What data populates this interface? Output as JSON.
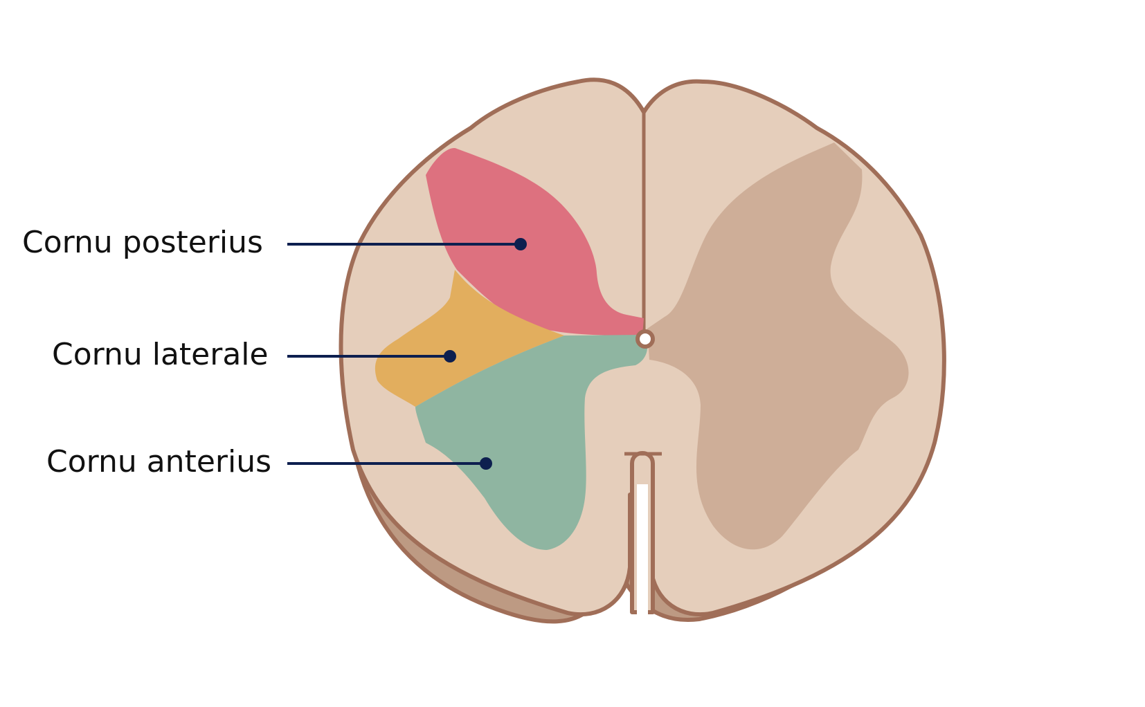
{
  "labels": {
    "posterior_horn": "Cornu posterius",
    "lateral_horn": "Cornu laterale",
    "anterior_horn": "Cornu anterius"
  },
  "colors": {
    "outline": "#a06e58",
    "white_matter": "#e5cebb",
    "white_matter_shadow": "#bd9a83",
    "gray_matter": "#ceae98",
    "posterior_horn": "#dd717f",
    "lateral_horn": "#e2ae5e",
    "anterior_horn": "#8fb5a1",
    "leader_line": "#0d1f4f"
  }
}
